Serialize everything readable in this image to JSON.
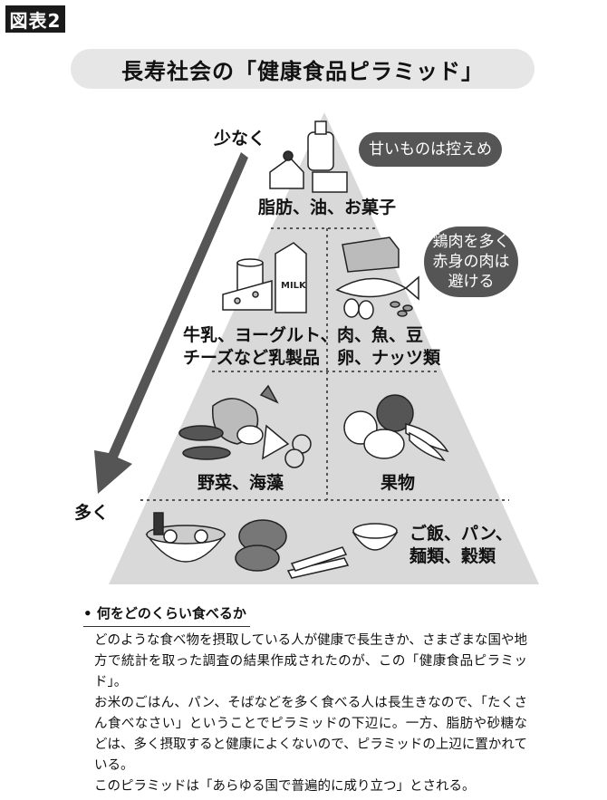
{
  "figure_label": "図表2",
  "title": "長寿社会の「健康食品ピラミッド」",
  "arrow": {
    "top_label": "少なく",
    "bottom_label": "多く"
  },
  "tiers": {
    "top": {
      "label": "脂肪、油、お菓子",
      "note": "甘いものは控えめ"
    },
    "upper_left": {
      "lines": [
        "牛乳、ヨーグルト、",
        "チーズなど乳製品"
      ]
    },
    "upper_right": {
      "lines": [
        "肉、魚、豆",
        "卵、ナッツ類"
      ],
      "note_lines": [
        "鶏肉を多く",
        "赤身の肉は",
        "避ける"
      ]
    },
    "middle_left": {
      "label": "野菜、海藻"
    },
    "middle_right": {
      "label": "果物"
    },
    "bottom": {
      "lines": [
        "ご飯、パン、",
        "麺類、穀類"
      ]
    }
  },
  "icons": {
    "top": "cake-butter-oil-icon",
    "dairy": "milk-cheese-yogurt-icon",
    "protein": "meat-fish-egg-nut-icon",
    "vegetables": "vegetables-icon",
    "fruit": "fruit-icon",
    "grains": "noodles-bread-rice-icon"
  },
  "section": {
    "heading": "何をどのくらい食べるか",
    "paragraphs": [
      "どのような食べ物を摂取している人が健康で長生きか、さまざまな国や地方で統計を取った調査の結果作成されたのが、この「健康食品ピラミッド」。",
      "お米のごはん、パン、そばなどを多く食べる人は長生きなので、「たくさん食べなさい」ということでピラミッドの下辺に。一方、脂肪や砂糖などは、多く摂取すると健康によくないので、ピラミッドの上辺に置かれている。",
      "このピラミッドは「あらゆる国で普遍的に成り立つ」とされる。"
    ]
  },
  "colors": {
    "pyramid_fill": "#d9d9d9",
    "bubble_fill": "#555555",
    "arrow_fill": "#555555"
  }
}
